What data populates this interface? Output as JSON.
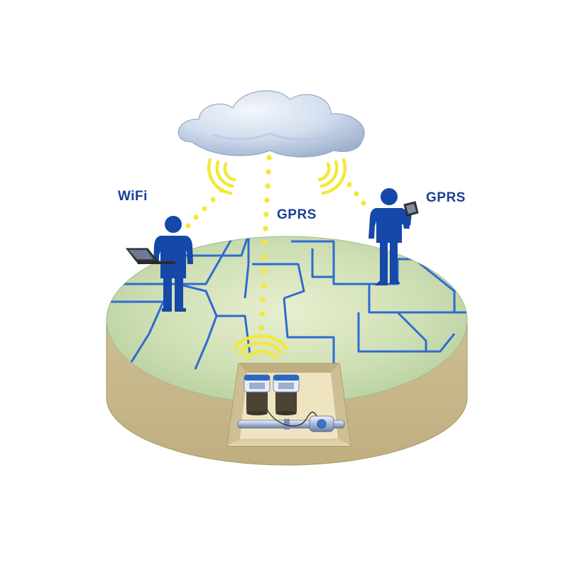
{
  "labels": {
    "wifi": "WiFi",
    "gprs_center": "GPRS",
    "gprs_right": "GPRS"
  },
  "colors": {
    "label_text": "#1b3f95",
    "person": "#1548a8",
    "road": "#2f6ad3",
    "ground_top": "#c9ddb0",
    "ground_side": "#c7b98d",
    "signal": "#f3e83a",
    "cloud": "#c6d4ea"
  },
  "icons": {
    "cloud": "cloud-icon",
    "laptop_user": "person-with-laptop-icon",
    "tablet_user": "person-with-tablet-icon",
    "device": "meter-device-icon",
    "signal": "wireless-signal-icon"
  }
}
